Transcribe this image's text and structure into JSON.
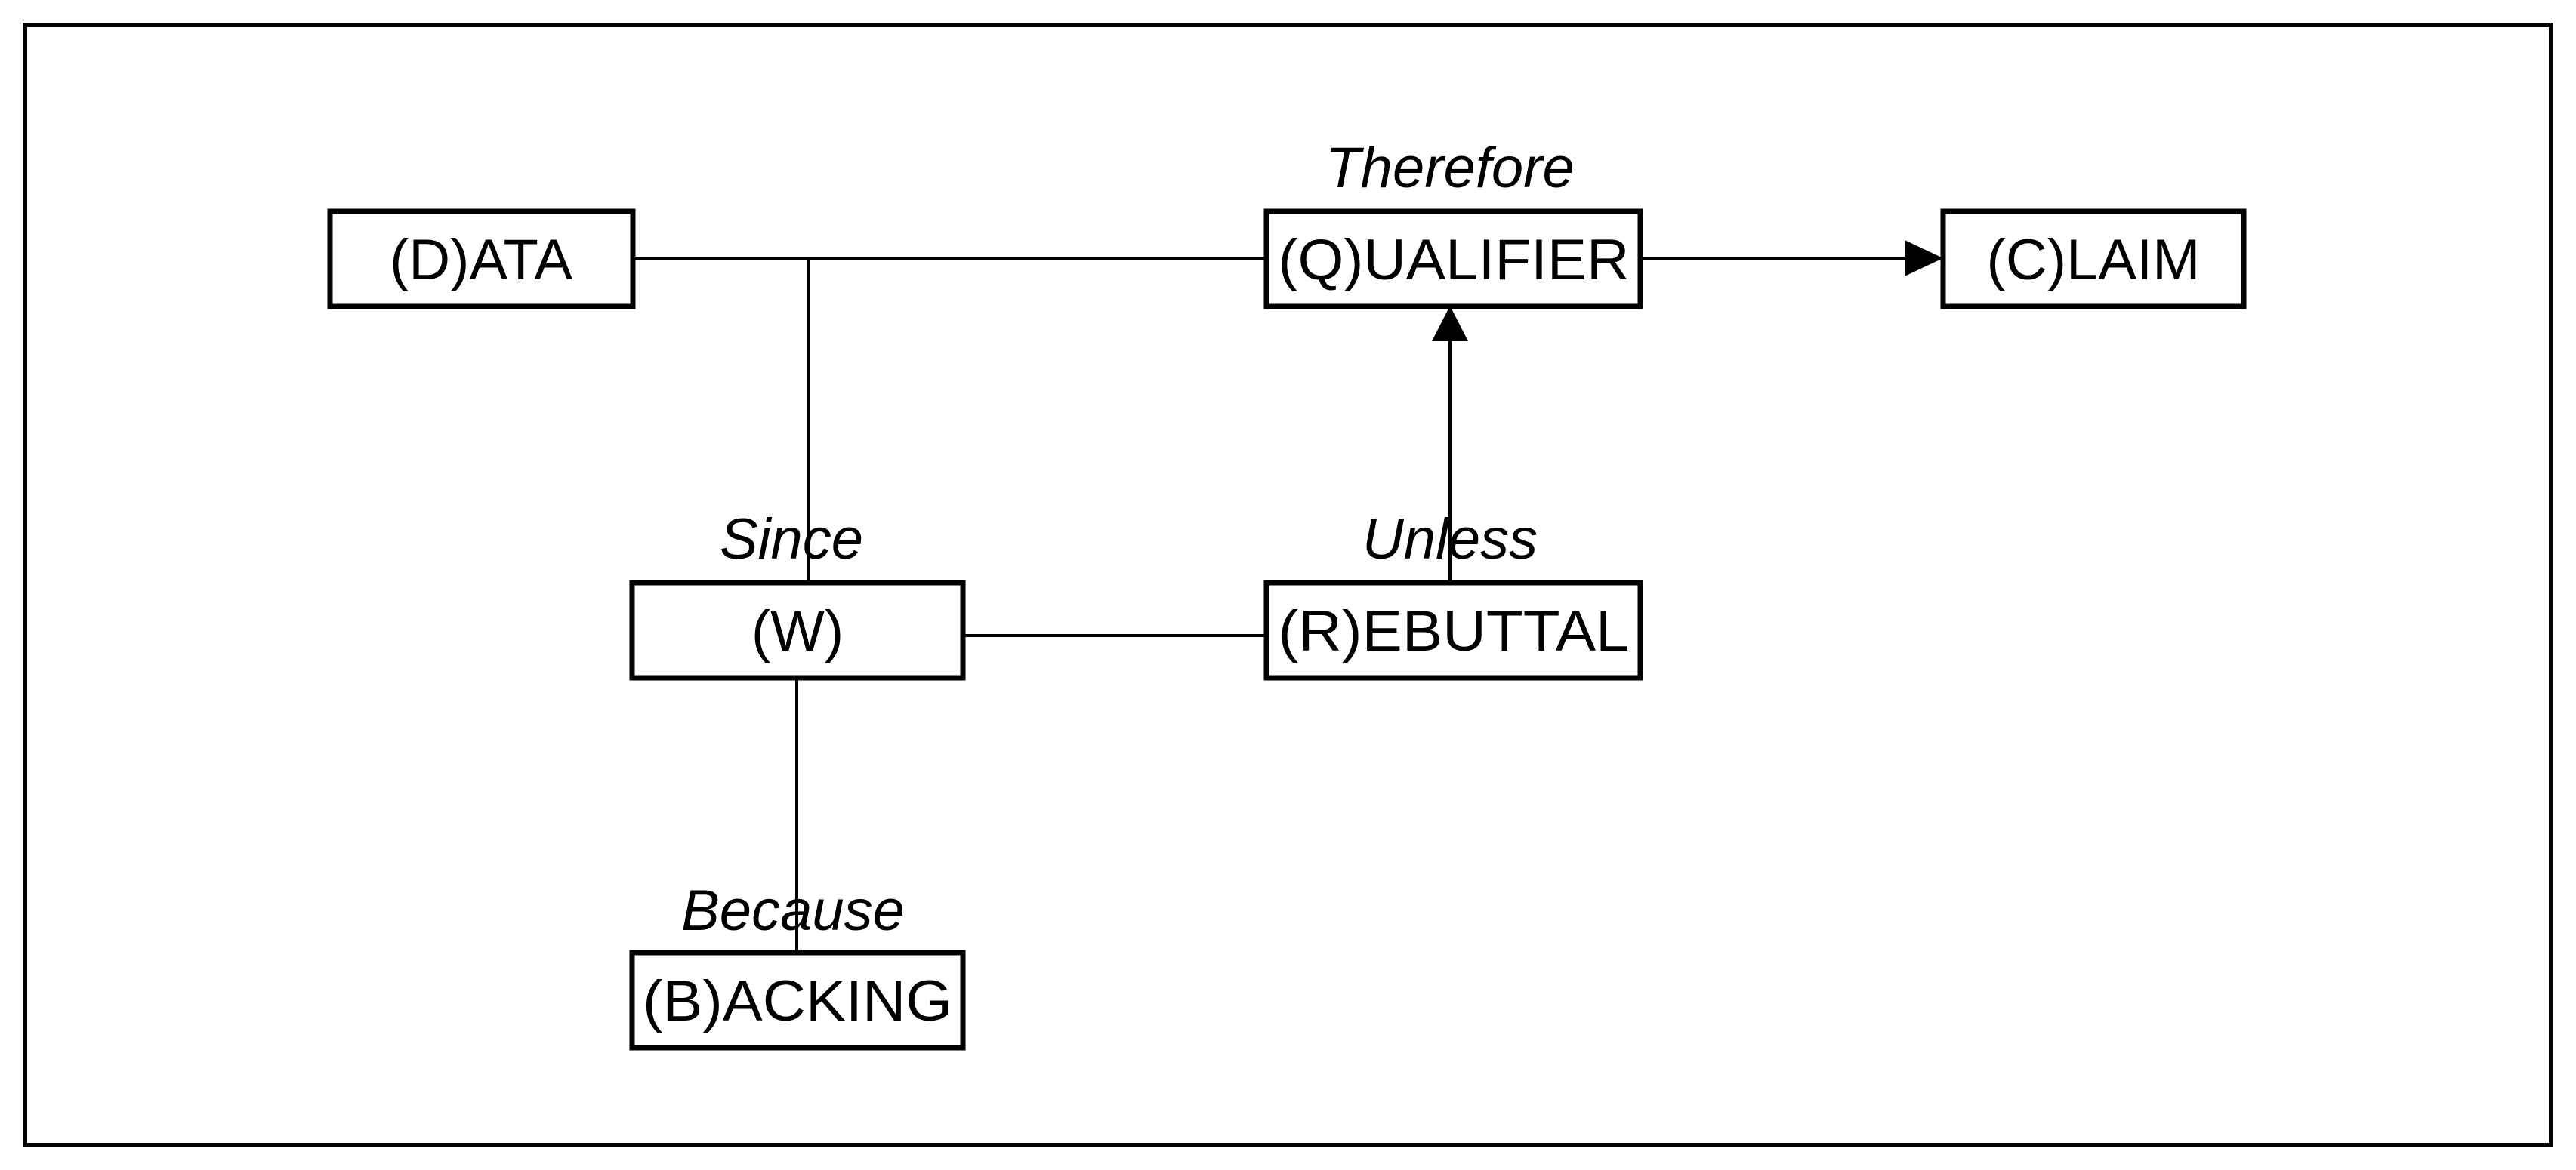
{
  "colors": {
    "line": "#000000",
    "box_fill": "#ffffff",
    "background": "#ffffff"
  },
  "nodes": {
    "data": "(D)ATA",
    "qualifier": "(Q)UALIFIER",
    "claim": "(C)LAIM",
    "warrant": "(W)",
    "rebuttal": "(R)EBUTTAL",
    "backing": "(B)ACKING"
  },
  "connectors": {
    "therefore": "Therefore",
    "since": "Since",
    "unless": "Unless",
    "because": "Because"
  }
}
